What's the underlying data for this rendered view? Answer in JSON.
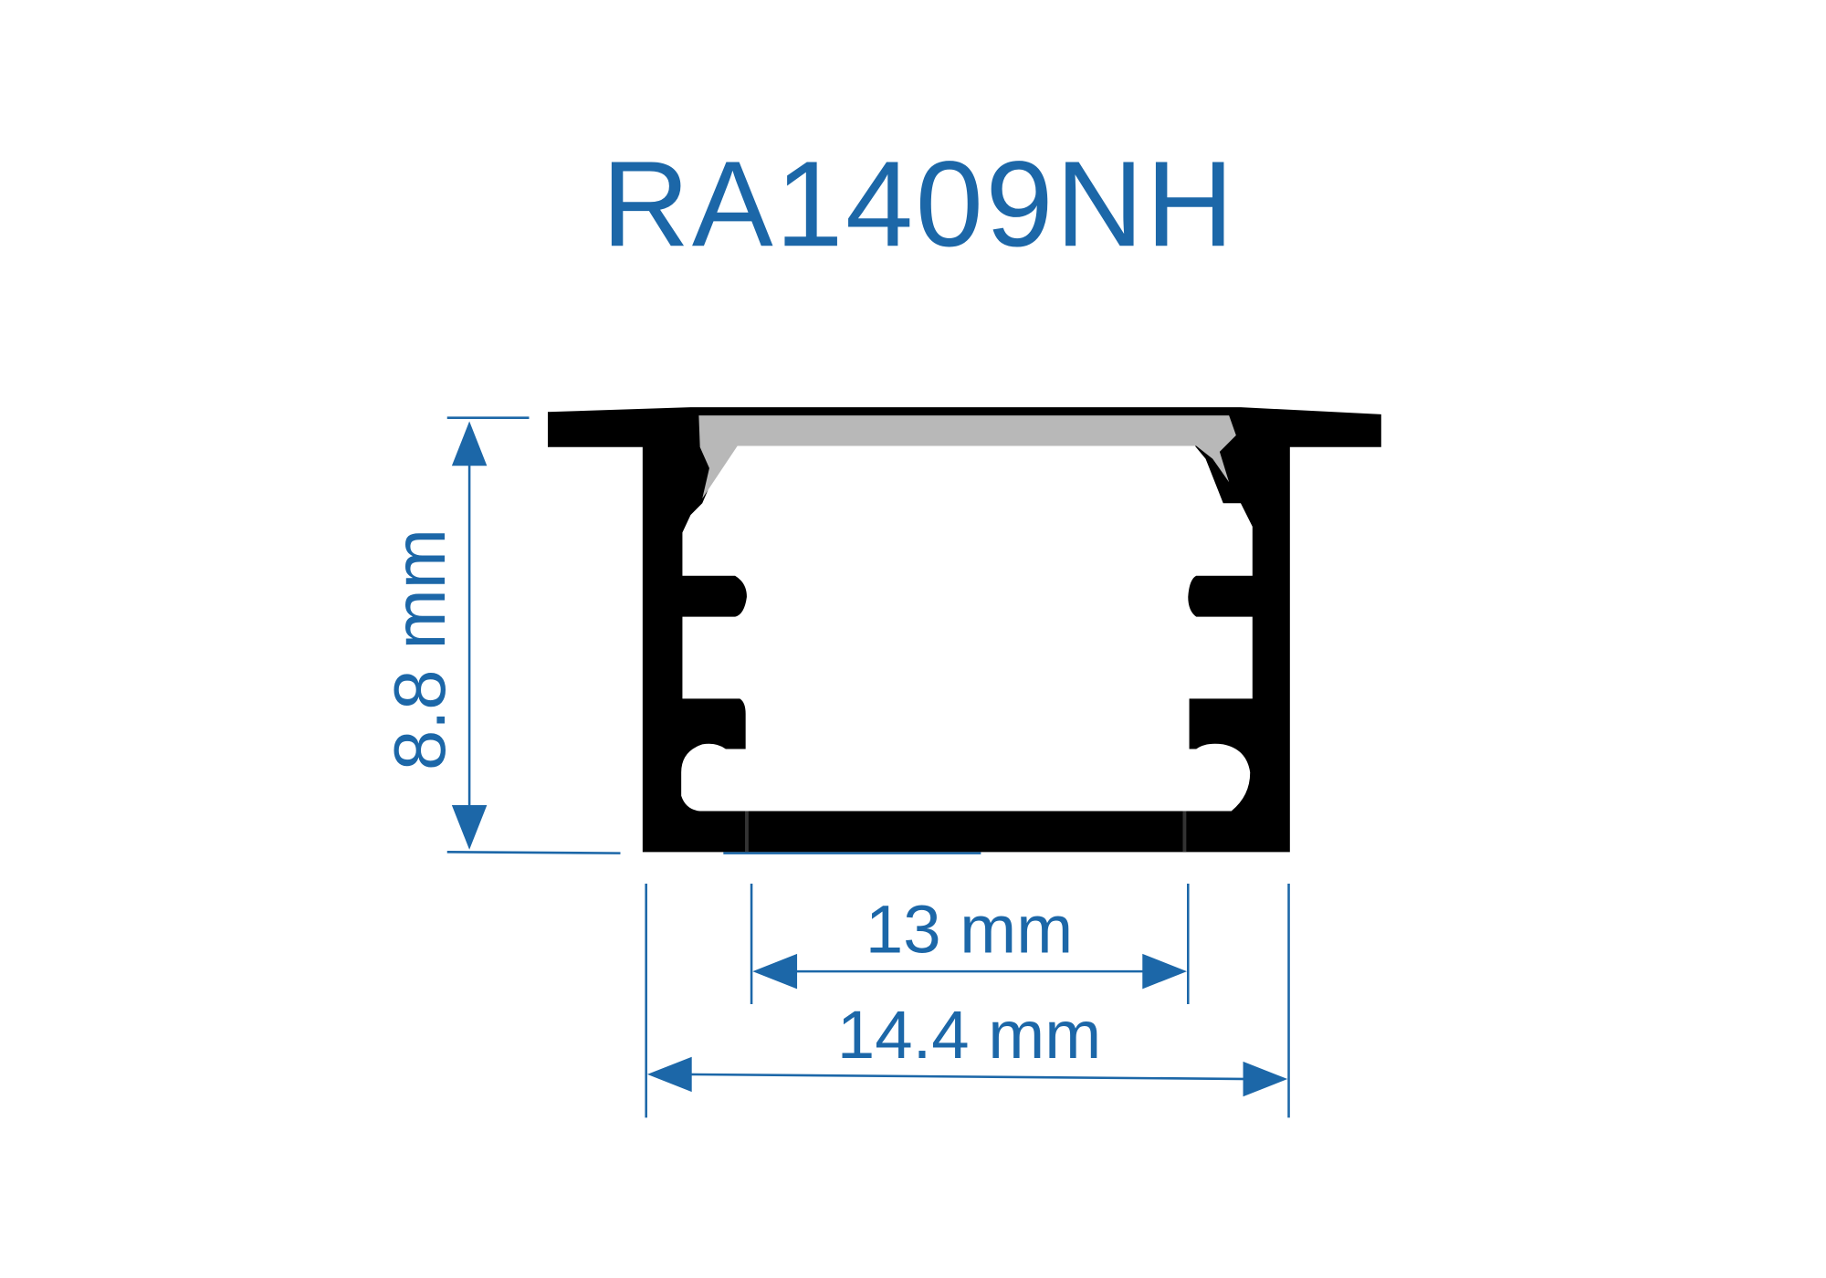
{
  "title": "RA1409NH",
  "dimensions": {
    "height_label": "8.8 mm",
    "inner_width_label": "13 mm",
    "outer_width_label": "14.4 mm"
  },
  "colors": {
    "accent": "#1c67a8",
    "profile": "#000000",
    "diffuser": "#b8b8b8"
  }
}
